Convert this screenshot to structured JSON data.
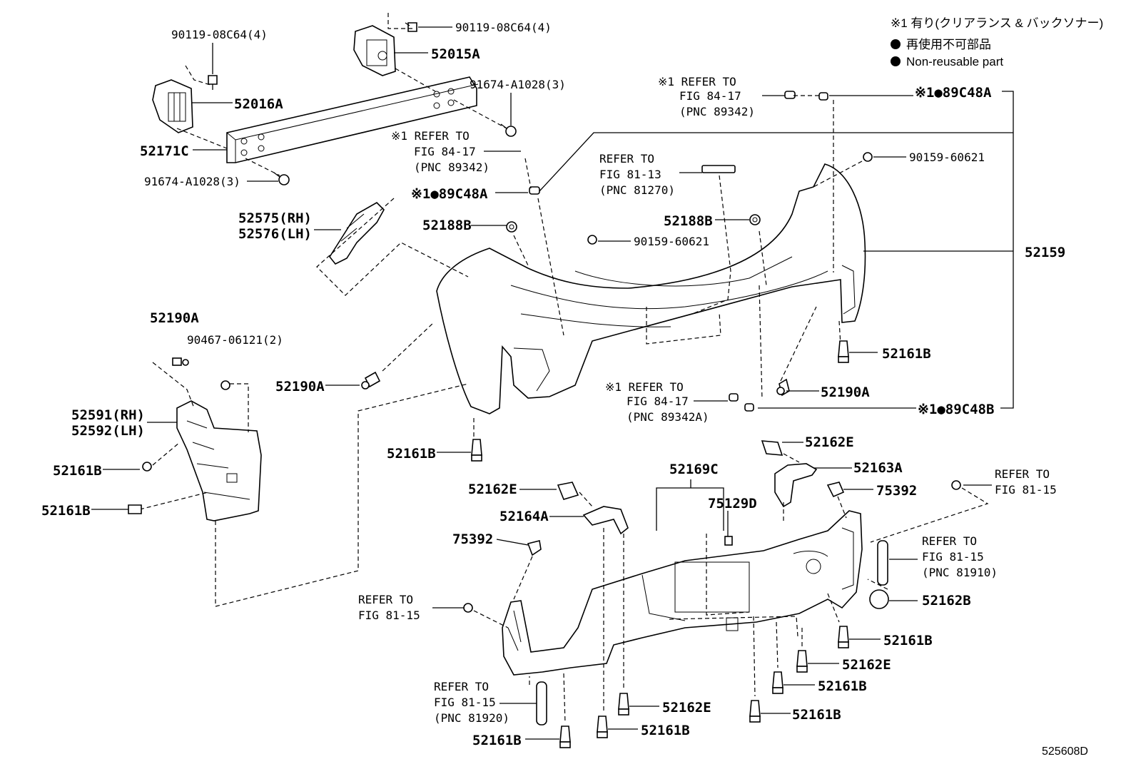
{
  "legend": {
    "note1": "※1 有り(クリアランス & バックソナー)",
    "non_reusable_jp": "再使用不可部品",
    "non_reusable_en": "Non-reusable part"
  },
  "diagram_code": "525608D",
  "labels": {
    "p90119_left": "90119-08C64(4)",
    "p90119_right": "90119-08C64(4)",
    "p52015A": "52015A",
    "p52016A": "52016A",
    "p91674_right": "91674-A1028(3)",
    "p52171C": "52171C",
    "p91674_left": "91674-A1028(3)",
    "ref1_a": "※1 REFER TO",
    "ref1_b": "FIG 84-17",
    "ref1_c": "(PNC 89342)",
    "p89C48A_left": "※1●89C48A",
    "p52575": "52575(RH)",
    "p52576": "52576(LH)",
    "p52188B_left": "52188B",
    "p90159_mid": "90159-60621",
    "ref2_a": "※1 REFER TO",
    "ref2_b": "FIG 84-17",
    "ref2_c": "(PNC 89342)",
    "p89C48A_right": "※1●89C48A",
    "ref3_a": "REFER TO",
    "ref3_b": "FIG 81-13",
    "ref3_c": "(PNC 81270)",
    "p90159_right": "90159-60621",
    "p52188B_right": "52188B",
    "p52159": "52159",
    "p52190A_top": "52190A",
    "p90467": "90467-06121(2)",
    "p52190A_left": "52190A",
    "p52591": "52591(RH)",
    "p52592": "52592(LH)",
    "p52161B_l1": "52161B",
    "p52161B_l2": "52161B",
    "p52161B_mid": "52161B",
    "p52161B_r1": "52161B",
    "p52190A_right": "52190A",
    "ref4_a": "※1 REFER TO",
    "ref4_b": "FIG 84-17",
    "ref4_c": "(PNC 89342A)",
    "p89C48B": "※1●89C48B",
    "p52162E_top": "52162E",
    "p52169C": "52169C",
    "p52163A": "52163A",
    "p52162E_left": "52162E",
    "p75129D": "75129D",
    "p75392_right": "75392",
    "ref5_a": "REFER TO",
    "ref5_b": "FIG 81-15",
    "p52164A": "52164A",
    "p75392_left": "75392",
    "ref6_a": "REFER TO",
    "ref6_b": "FIG 81-15",
    "ref6_c": "(PNC 81910)",
    "ref7_a": "REFER TO",
    "ref7_b": "FIG 81-15",
    "p52162B": "52162B",
    "p52161B_b1": "52161B",
    "p52162E_b1": "52162E",
    "p52161B_b2": "52161B",
    "ref8_a": "REFER TO",
    "ref8_b": "FIG 81-15",
    "ref8_c": "(PNC 81920)",
    "p52162E_b2": "52162E",
    "p52161B_b3": "52161B",
    "p52161B_b4": "52161B",
    "p52161B_b5": "52161B"
  }
}
